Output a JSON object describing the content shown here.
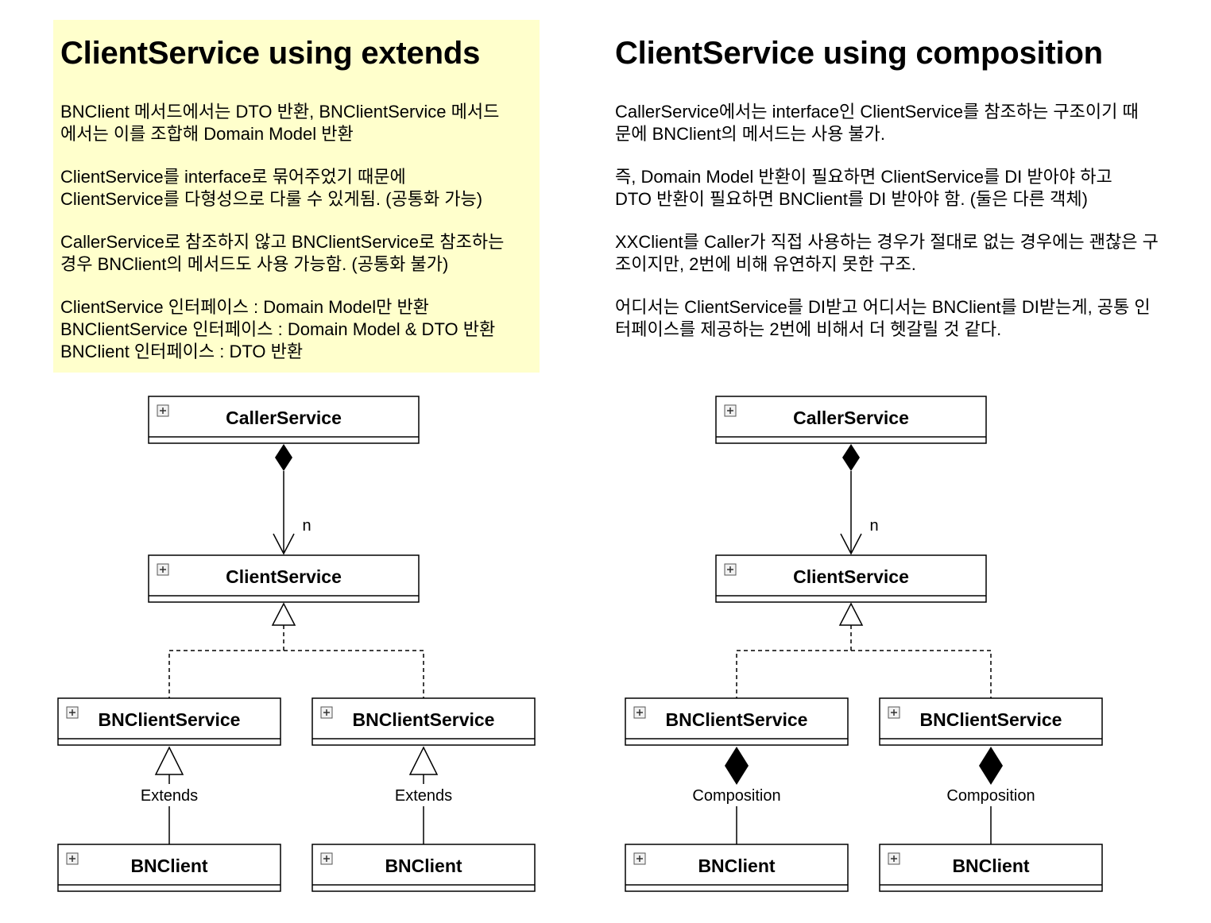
{
  "left_panel": {
    "title": "ClientService using extends",
    "paragraphs": [
      [
        "BNClient 메서드에서는 DTO 반환, BNClientService 메서드",
        "에서는 이를 조합해 Domain Model 반환"
      ],
      [
        "ClientService를 interface로 묶어주었기 때문에",
        "ClientService를 다형성으로 다룰 수 있게됨. (공통화 가능)"
      ],
      [
        "CallerService로 참조하지 않고 BNClientService로 참조하는",
        "경우 BNClient의 메서드도 사용 가능함. (공통화 불가)"
      ],
      [
        "ClientService 인터페이스 : Domain Model만 반환",
        "BNClientService 인터페이스 : Domain Model & DTO 반환",
        "BNClient 인터페이스 : DTO 반환"
      ]
    ],
    "background_color": "#ffffcc"
  },
  "right_panel": {
    "title": "ClientService using composition",
    "paragraphs": [
      [
        "CallerService에서는 interface인 ClientService를 참조하는 구조이기 때",
        "문에 BNClient의 메서드는 사용 불가."
      ],
      [
        "즉, Domain Model 반환이 필요하면 ClientService를 DI 받아야 하고",
        "DTO 반환이 필요하면 BNClient를 DI 받아야 함. (둘은 다른 객체)"
      ],
      [
        "XXClient를 Caller가 직접 사용하는 경우가 절대로 없는 경우에는 괜찮은 구",
        "조이지만, 2번에 비해 유연하지 못한 구조."
      ],
      [
        "어디서는 ClientService를 DI받고 어디서는 BNClient를 DI받는게, 공통 인",
        "터페이스를 제공하는 2번에 비해서 더 헷갈릴 것 같다."
      ]
    ]
  },
  "diagrams": {
    "extends": {
      "caller": "CallerService",
      "client_service": "ClientService",
      "multiplicity": "n",
      "services": [
        "BNClientService",
        "BNClientService"
      ],
      "clients": [
        "BNClient",
        "BNClient"
      ],
      "relation_label": "Extends"
    },
    "composition": {
      "caller": "CallerService",
      "client_service": "ClientService",
      "multiplicity": "n",
      "services": [
        "BNClientService",
        "BNClientService"
      ],
      "clients": [
        "BNClient",
        "BNClient"
      ],
      "relation_label": "Composition"
    }
  },
  "icons": {
    "expand": "plus-square-icon",
    "composition_end": "filled-diamond-icon",
    "realization_end": "hollow-triangle-icon",
    "association_end": "open-arrow-icon"
  }
}
